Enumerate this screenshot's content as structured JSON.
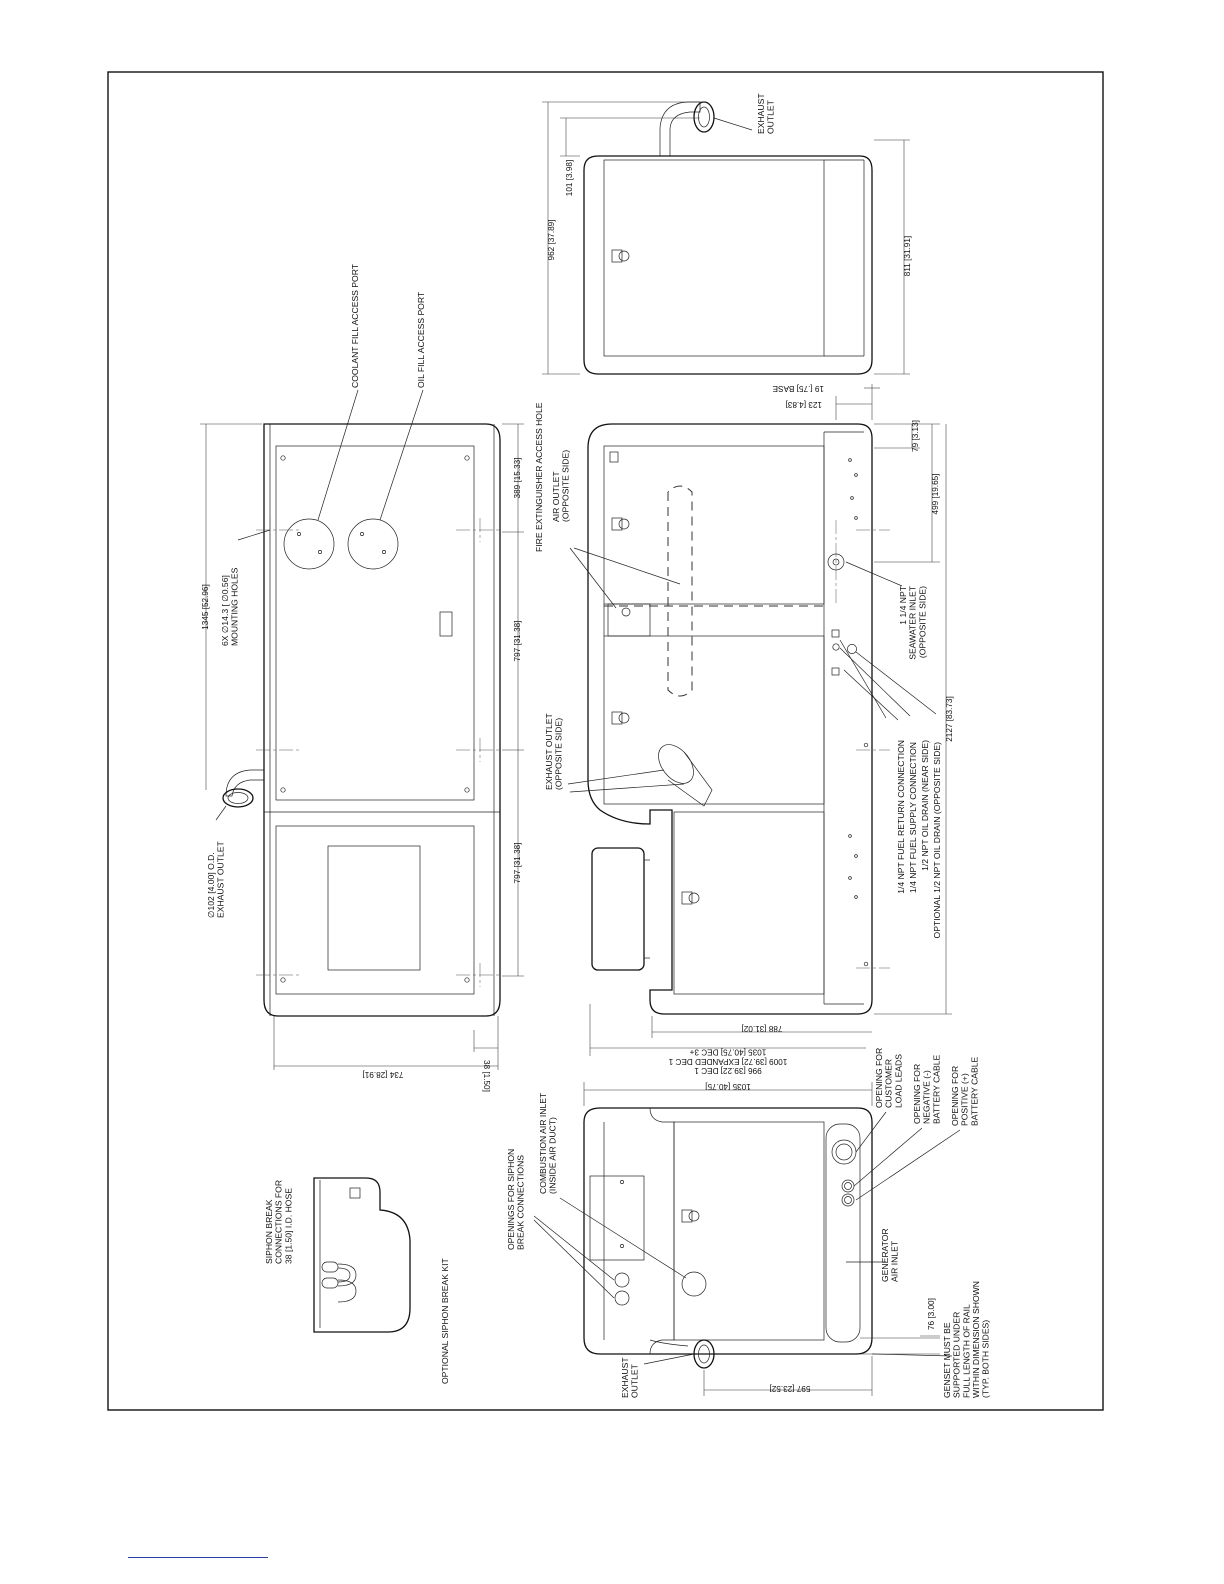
{
  "top_view": {
    "exhaust_outlet": "∅102 [4.00] O.D.\nEXHAUST OUTLET",
    "coolant_port": "COOLANT FILL ACCESS PORT",
    "oil_port": "OIL FILL ACCESS PORT",
    "mounting_holes": "6X ∅14.3 [ ∅0.56]\nMOUNTING HOLES",
    "dim_length": "1345 [52.96]",
    "dim_389": "389 [15.33]",
    "dim_797a": "797 [31.38]",
    "dim_797b": "797 [31.38]",
    "dim_38": "38 [1.50]",
    "dim_734": "734 [28.91]"
  },
  "side_view": {
    "fire_ext": "FIRE EXTINGUISHER ACCESS HOLE",
    "air_outlet": "AIR OUTLET\n(OPPOSITE SIDE)",
    "exhaust_opposite": "EXHAUST OUTLET\n(OPPOSITE SIDE)",
    "seawater_inlet": "1 1/4 NPT\nSEAWATER INLET\n(OPPOSITE SIDE)",
    "fuel_return": "1/4 NPT FUEL RETURN CONNECTION",
    "fuel_supply": "1/4 NPT FUEL SUPPLY CONNECTION",
    "oil_drain_near": "1/2 NPT OIL DRAIN (NEAR SIDE)",
    "oil_drain_opposite": "OPTIONAL 1/2 NPT OIL DRAIN (OPPOSITE SIDE)",
    "dim_base": "19 [.75] BASE",
    "dim_123": "123 [4.83]",
    "dim_79": "79 [3.13]",
    "dim_499": "499 [19.65]",
    "dim_2127": "2127 [83.73]",
    "dim_788": "788 [31.02]",
    "dim_depths": "996 [39.22] DEC 1\n1009 [39.72] EXPANDED DEC 1\n1035 [40.75] DEC 3+"
  },
  "end_view_right": {
    "exhaust_outlet": "EXHAUST\nOUTLET",
    "dim_101": "101 [3.98]",
    "dim_962": "962 [37.89]",
    "dim_811": "811 [31.91]"
  },
  "end_view_left": {
    "siphon_openings": "OPENINGS FOR SIPHON\nBREAK CONNECTIONS",
    "combustion_air": "COMBUSTION AIR INLET\n(INSIDE AIR DUCT)",
    "exhaust_outlet": "EXHAUST\nOUTLET",
    "customer_leads": "OPENING FOR\nCUSTOMER\nLOAD LEADS",
    "negative_cable": "OPENING FOR\nNEGATIVE (-)\nBATTERY CABLE",
    "positive_cable": "OPENING FOR\nPOSITIVE (+)\nBATTERY CABLE",
    "generator_air": "GENERATOR\nAIR INLET",
    "dim_76": "76 [3.00]",
    "dim_1035": "1035 [40.75]",
    "dim_597": "597 [23.52]",
    "genset_support": "GENSET MUST BE\nSUPPORTED UNDER\nFULL LENGTH OF RAIL\nWITHIN DIMENSION SHOWN\n(TYP. BOTH SIDES)"
  },
  "siphon_kit": {
    "connections": "SIPHON BREAK\nCONNECTIONS FOR\n38 [1.50] I.D. HOSE",
    "title": "OPTIONAL SIPHON BREAK KIT"
  }
}
